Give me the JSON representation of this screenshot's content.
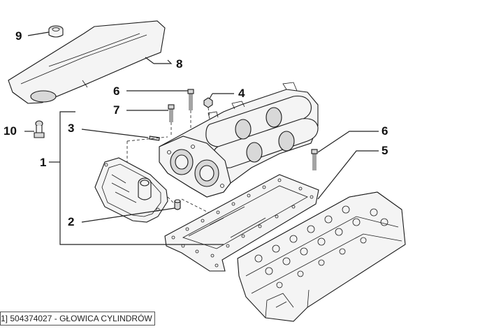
{
  "callouts": {
    "c1": "1",
    "c2": "2",
    "c3": "3",
    "c4": "4",
    "c5": "5",
    "c6a": "6",
    "c6b": "6",
    "c7": "7",
    "c8": "8",
    "c9": "9",
    "c10": "10"
  },
  "caption": "1] 504374027 - GŁOWICA CYLINDRÓW"
}
